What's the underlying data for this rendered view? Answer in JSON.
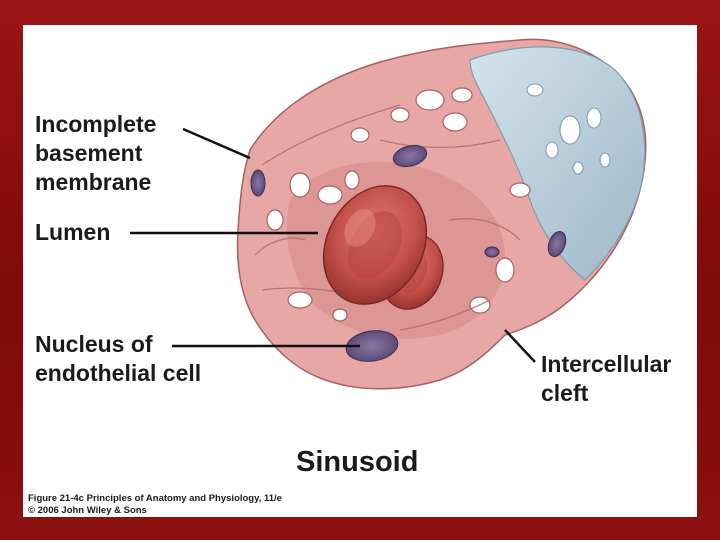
{
  "labels": {
    "basement": [
      "Incomplete",
      "basement",
      "membrane"
    ],
    "lumen": "Lumen",
    "nucleus": [
      "Nucleus of",
      "endothelial cell"
    ],
    "cleft": [
      "Intercellular",
      "cleft"
    ]
  },
  "title": "Sinusoid",
  "caption": [
    "Figure 21-4c  Principles of Anatomy and Physiology, 11/e",
    "© 2006 John Wiley & Sons"
  ],
  "colors": {
    "background": "#8c1010",
    "panel": "#ffffff",
    "tissue": "#e7a7a5",
    "tissue_dark": "#b86f6e",
    "basement_blue": "#b8cfdc",
    "nucleus": "#6e5a8a",
    "rbc": "#c4504a",
    "leader_line": "#111111"
  }
}
